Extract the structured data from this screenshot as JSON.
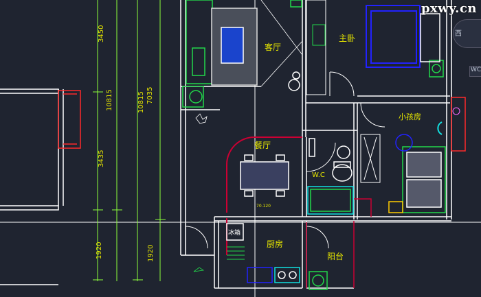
{
  "watermark": "pxwy.cn",
  "viewcube": {
    "direction": "西",
    "label": "WC"
  },
  "colors": {
    "background": "#1f2430",
    "wall": "#ffffff",
    "dimension": "#8cff3a",
    "dimtext": "#e6e600",
    "furniture": "#22d84a",
    "bed": "#2222ff",
    "bath": "#11e0e0",
    "window": "#ff2a2a",
    "kitchen_red": "#cc0033"
  },
  "dimensions": {
    "left_top": "3450",
    "left_bottom": "3435",
    "mid_a": "10815",
    "mid_b": "10815",
    "mid_c": "7035",
    "bottom_a": "1920",
    "bottom_b": "1920"
  },
  "rooms": {
    "living": "客厅",
    "master": "主卧",
    "child": "小孩房",
    "dining": "餐厅",
    "wc": "W.C",
    "kitchen": "厨房",
    "balcony": "阳台",
    "fridge": "冰箱"
  },
  "dim_small": "70.120"
}
